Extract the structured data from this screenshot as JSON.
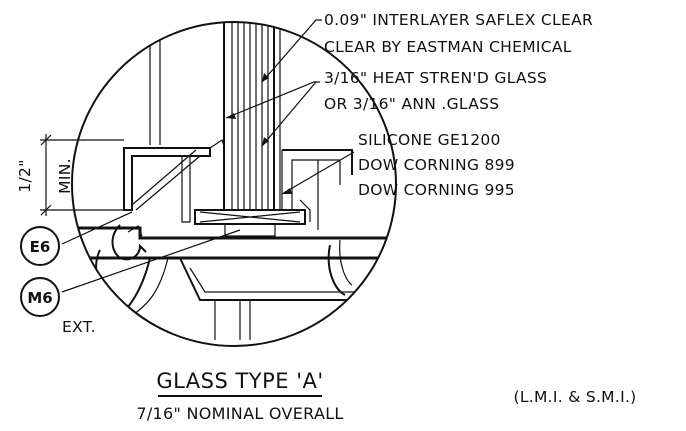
{
  "notes": {
    "interlayer_line1": "0.09\" INTERLAYER SAFLEX CLEAR",
    "interlayer_line2": "CLEAR BY EASTMAN CHEMICAL",
    "glass_line1": "3/16\" HEAT STREN'D GLASS",
    "glass_line2": "OR 3/16\" ANN .GLASS",
    "sealant_line1": "SILICONE GE1200",
    "sealant_line2": "DOW CORNING 899",
    "sealant_line3": "DOW CORNING 995"
  },
  "dimension": {
    "value": "1/2\"",
    "qualifier": "MIN."
  },
  "tags": {
    "e6": "E6",
    "m6": "M6"
  },
  "side_label": "EXT.",
  "title": "GLASS TYPE 'A'",
  "subtitle": "7/16\" NOMINAL OVERALL",
  "scope": "(L.M.I. & S.M.I.)"
}
